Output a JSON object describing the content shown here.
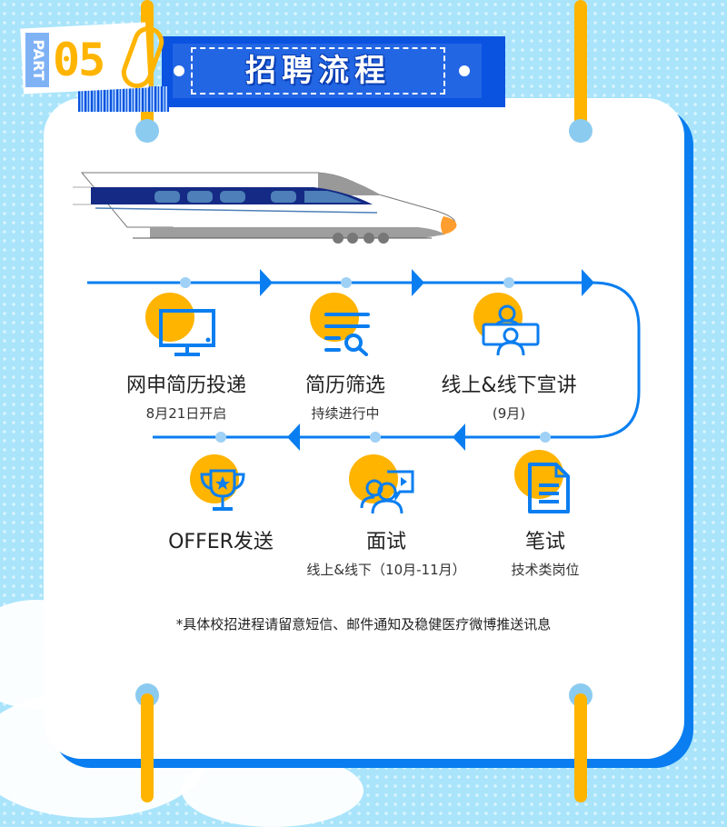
{
  "header": {
    "part_label": "PART",
    "part_number": "05",
    "title": "招聘流程"
  },
  "colors": {
    "primary_blue": "#0a7ef0",
    "banner_blue": "#0a52e0",
    "accent_yellow": "#ffb400",
    "background_light_blue": "#a9e4fb",
    "train_navy": "#142a85",
    "train_nose_orange": "#ff9d2e"
  },
  "timeline": {
    "steps": [
      {
        "id": 1,
        "icon": "monitor-icon",
        "title": "网申简历投递",
        "subtitle": "8月21日开启"
      },
      {
        "id": 2,
        "icon": "document-search-icon",
        "title": "简历筛选",
        "subtitle": "持续进行中"
      },
      {
        "id": 3,
        "icon": "presentation-people-icon",
        "title": "线上&线下宣讲",
        "subtitle": "(9月)"
      },
      {
        "id": 4,
        "icon": "paper-document-icon",
        "title": "笔试",
        "subtitle": "技术类岗位"
      },
      {
        "id": 5,
        "icon": "video-interview-icon",
        "title": "面试",
        "subtitle": "线上&线下（10月-11月）"
      },
      {
        "id": 6,
        "icon": "trophy-icon",
        "title": "OFFER发送",
        "subtitle": ""
      }
    ]
  },
  "footer_note": "*具体校招进程请留意短信、邮件通知及稳健医疗微博推送讯息"
}
